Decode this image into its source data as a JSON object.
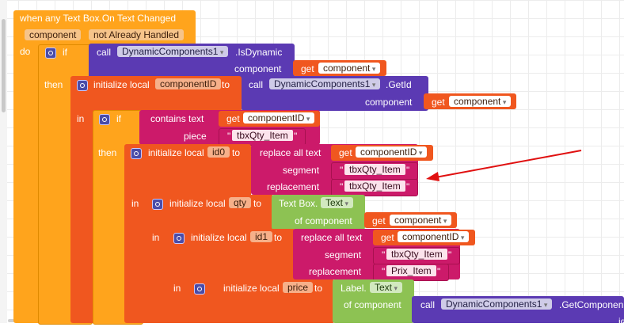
{
  "event": {
    "title": "when any Text Box.On Text Changed",
    "param_component": "component",
    "param_handled": "not Already Handled",
    "do": "do"
  },
  "if1": {
    "if": "if",
    "call": "call",
    "component_name": "DynamicComponents1",
    "method": ".IsDynamic",
    "arg_label": "component",
    "get": "get",
    "var": "component"
  },
  "then1": {
    "then": "then",
    "init": "initialize local",
    "var_name": "componentID",
    "to": "to",
    "call": "call",
    "component_name": "DynamicComponents1",
    "method": ".GetId",
    "arg_label": "component",
    "get": "get",
    "var": "component"
  },
  "if2": {
    "in": "in",
    "if": "if",
    "contains": "contains text",
    "get": "get",
    "var": "componentID",
    "piece": "piece",
    "piece_value": "tbxQty_Item"
  },
  "then2": {
    "then": "then",
    "init": "initialize local",
    "var_name": "id0",
    "to": "to",
    "replace": "replace all text",
    "get": "get",
    "var": "componentID",
    "segment": "segment",
    "segment_value": "tbxQty_Item",
    "replacement": "replacement",
    "replacement_value": "tbxQty_Item"
  },
  "qty": {
    "in": "in",
    "init": "initialize local",
    "var_name": "qty",
    "to": "to",
    "component_type": "Text Box.",
    "prop": "Text",
    "of_component": "of component",
    "get": "get",
    "var": "component"
  },
  "id1": {
    "in": "in",
    "init": "initialize local",
    "var_name": "id1",
    "to": "to",
    "replace": "replace all text",
    "get": "get",
    "var": "componentID",
    "segment": "segment",
    "segment_value": "tbxQty_Item",
    "replacement": "replacement",
    "replacement_value": "Prix_Item"
  },
  "price": {
    "in": "in",
    "init": "initialize local",
    "var_name": "price",
    "to": "to",
    "component_type": "Label.",
    "prop": "Text",
    "of_component": "of component",
    "call": "call",
    "component_name": "DynamicComponents1",
    "method": ".GetComponen",
    "arg_label": "id"
  },
  "colors": {
    "event": "#ffa41c",
    "control": "#ffa41c",
    "variable": "#f0571f",
    "component": "#5b3ab3",
    "text": "#cc1a6a",
    "property": "#8dc253",
    "annotation": "#e01010"
  }
}
